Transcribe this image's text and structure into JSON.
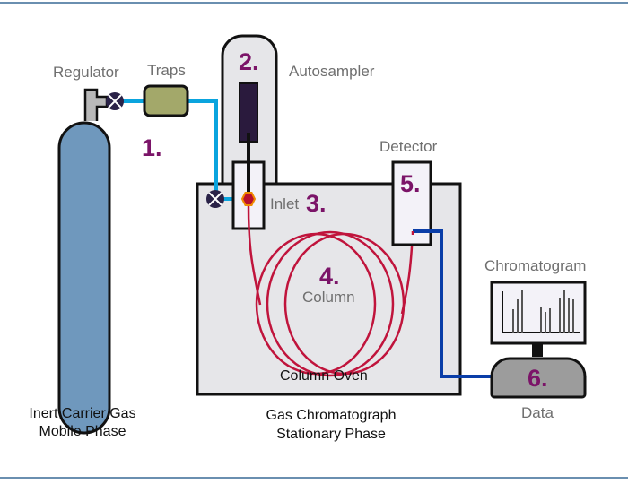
{
  "labels": {
    "regulator": "Regulator",
    "traps": "Traps",
    "autosampler": "Autosampler",
    "inlet": "Inlet",
    "detector": "Detector",
    "column": "Column",
    "column_oven": "Column Oven",
    "chromatogram": "Chromatogram",
    "data": "Data",
    "gas_line1": "Inert Carrier Gas",
    "gas_line2": "Mobile Phase",
    "gc_line1": "Gas Chromatograph",
    "gc_line2": "Stationary Phase"
  },
  "steps": [
    "1.",
    "2.",
    "3.",
    "4.",
    "5.",
    "6."
  ],
  "colors": {
    "cylinder": "#6f98bd",
    "traps": "#a3a86a",
    "gas_line": "#0aa4de",
    "column": "#c0143c",
    "signal_line": "#0a3ea8",
    "oven": "#e6e6e9",
    "step_number": "#7b1468",
    "border": "#6a8fb0"
  }
}
